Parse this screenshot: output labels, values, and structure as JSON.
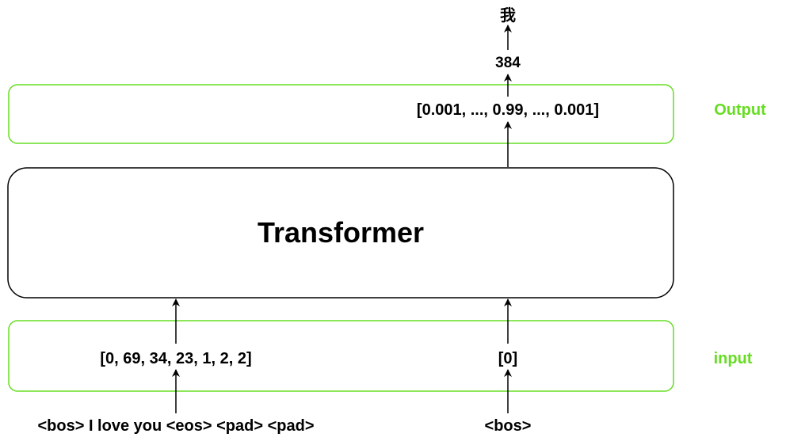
{
  "colors": {
    "green_accent": "#66dd22",
    "stroke": "#000000",
    "background": "#ffffff"
  },
  "diagram": {
    "model_label": "Transformer",
    "output_section": {
      "label": "Output",
      "vector": "[0.001, ..., 0.99, ..., 0.001]",
      "token_id": "384",
      "token": "我"
    },
    "input_section": {
      "label": "input",
      "encoder_ids": "[0, 69, 34, 23, 1, 2, 2]",
      "decoder_ids": "[0]",
      "encoder_tokens": "<bos> I love you <eos> <pad> <pad>",
      "decoder_tokens": "<bos>"
    }
  }
}
